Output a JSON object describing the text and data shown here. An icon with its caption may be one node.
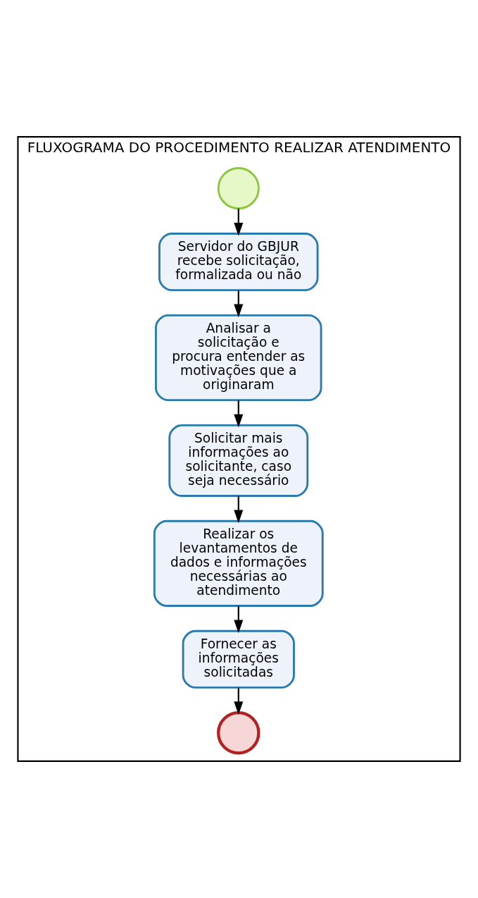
{
  "diagram": {
    "nodes": [
      {
        "text": [
          "FLUXOGRAMA DO PROCEDIMENTO REALIZAR ATENDIMENTO"
        ]
      },
      {
        "text": [],
        "shape": "circle",
        "in": 0
      },
      {
        "text": [
          "Servidor do GBJUR recebe solicitação, formalizada ou não"
        ],
        "in": 0
      },
      {
        "text": [
          "Analisar a solicitação e procura entender as motivações que a originaram"
        ],
        "in": 0
      },
      {
        "text": [
          "Solicitar mais informações ao solicitante, caso seja necessário"
        ],
        "in": 0
      },
      {
        "text": [
          "Realizar os levantamentos de dados e informações necessárias ao atendimento"
        ],
        "in": 0
      },
      {
        "text": [
          "Fornecer as informações solicitadas"
        ],
        "in": 0
      },
      {
        "text": [],
        "shape": "circle",
        "in": 0
      }
    ],
    "edges": [
      {
        "from": 1,
        "to": 2,
        "arrow": "to"
      },
      {
        "from": 2,
        "to": 3,
        "arrow": "to"
      },
      {
        "from": 3,
        "to": 4,
        "arrow": "to"
      },
      {
        "from": 4,
        "to": 5,
        "arrow": "to"
      },
      {
        "from": 5,
        "to": 6,
        "arrow": "to"
      },
      {
        "from": 6,
        "to": 7,
        "arrow": "to"
      }
    ]
  }
}
